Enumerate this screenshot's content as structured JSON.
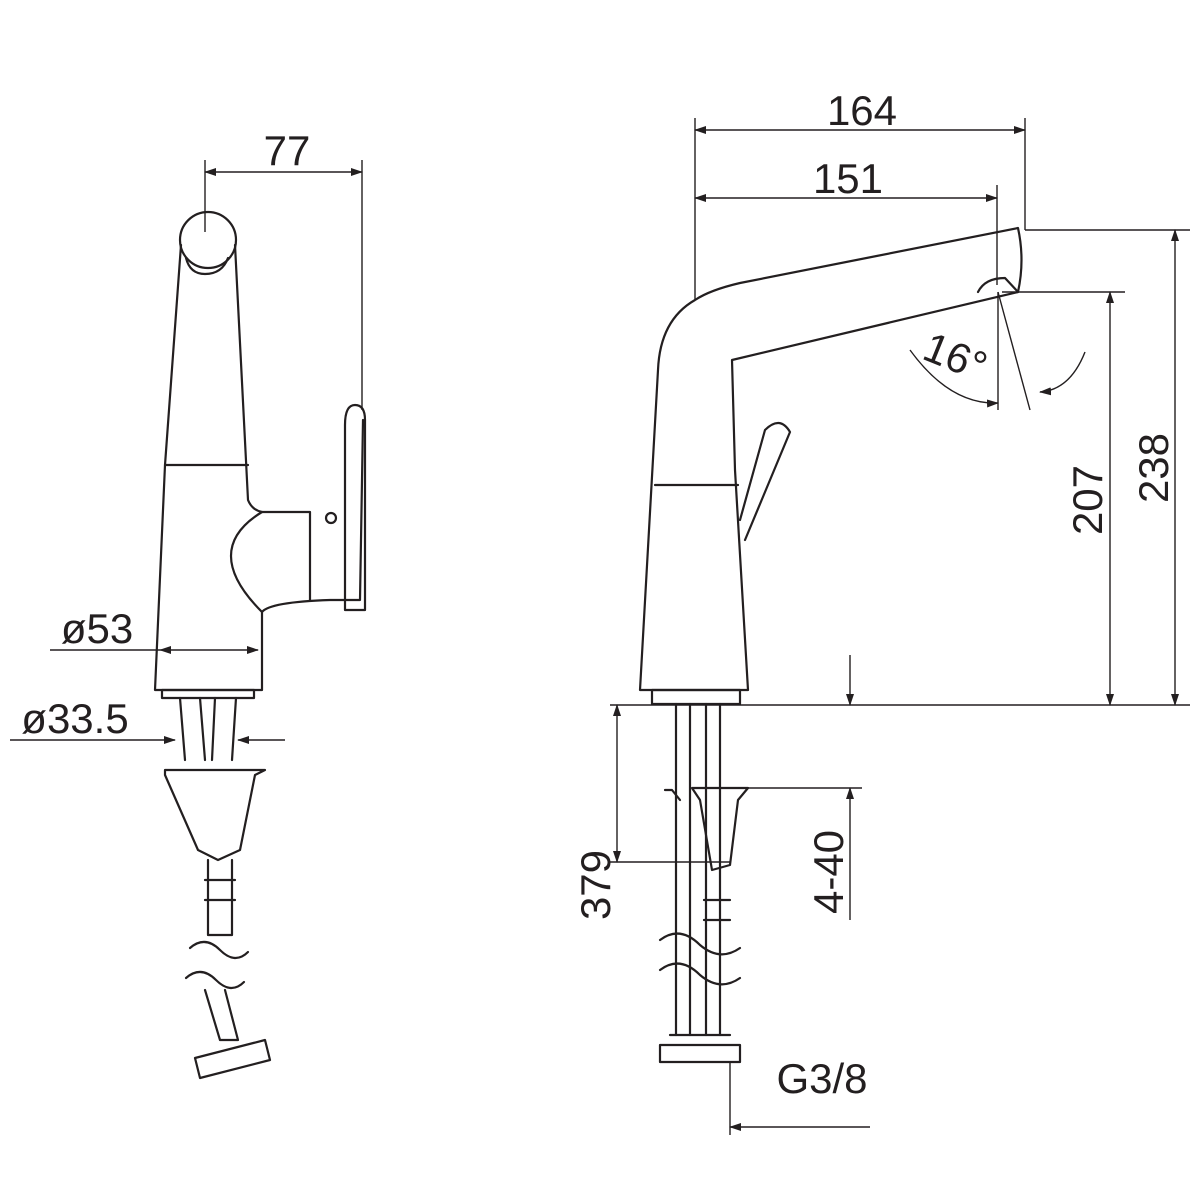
{
  "drawing": {
    "title": "Faucet dimension drawing",
    "side_view": {
      "dimensions": {
        "width": "77",
        "body_diameter": "ø53",
        "shank_diameter": "ø33.5"
      }
    },
    "front_view": {
      "dimensions": {
        "overall_reach": "164",
        "spout_reach": "151",
        "spout_angle": "16°",
        "outlet_height": "207",
        "overall_height": "238",
        "hose_length": "379",
        "countertop_thickness": "4-40",
        "connection": "G3/8"
      }
    },
    "colors": {
      "line": "#231f20",
      "background": "#ffffff"
    }
  }
}
